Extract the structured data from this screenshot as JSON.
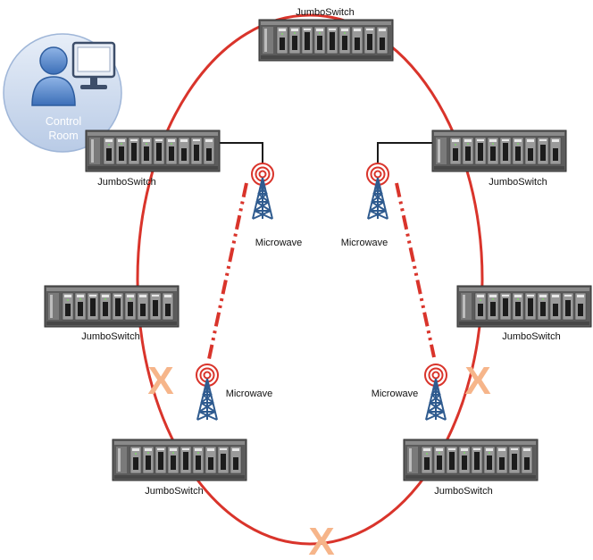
{
  "diagram": {
    "switch_label": "JumboSwitch",
    "microwave_label": "Microwave",
    "control_room": {
      "line1": "Control",
      "line2": "Room"
    },
    "break_mark": "X",
    "colors": {
      "ring": "#d9342b",
      "wireless_link": "#d9342b",
      "wire": "#1a1a1a",
      "switch_body": "#5f5f5f",
      "tower": "#2f5b8f",
      "control_room_circle": "#c9d8ee",
      "break_mark": "#f6b58a"
    },
    "icons": [
      "switch-icon",
      "microwave-tower-icon",
      "operator-icon",
      "monitor-icon"
    ]
  }
}
